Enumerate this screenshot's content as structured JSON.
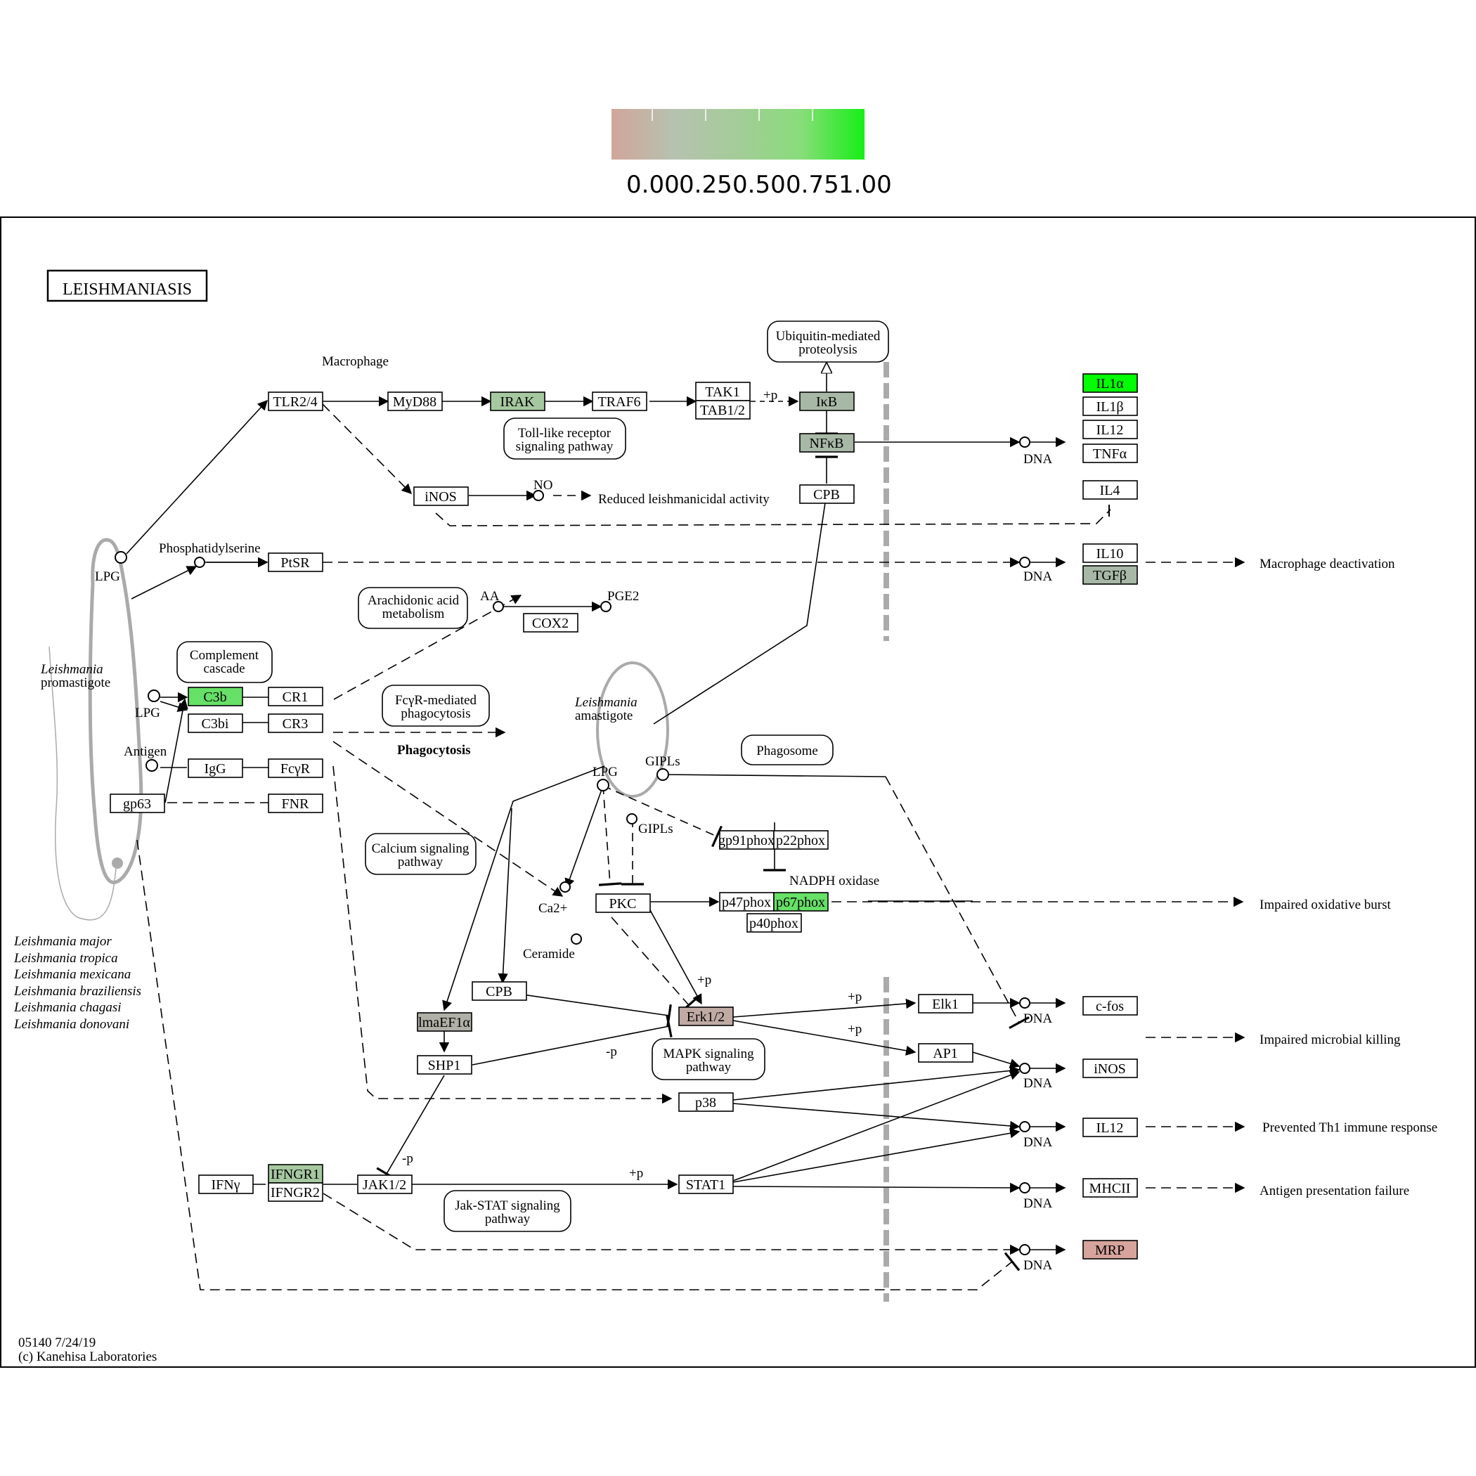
{
  "legend": {
    "ticks": [
      "0.00",
      "0.25",
      "0.50",
      "0.75",
      "1.00"
    ],
    "gradient_colors": [
      "#d2a59a",
      "#b6c2b0",
      "#a4cc98",
      "#88dd7a",
      "#16ef16"
    ]
  },
  "title": "LEISHMANIASIS",
  "colors": {
    "green_strong": "#00ff00",
    "green_mid": "#66e066",
    "green_light": "#a6c8a0",
    "gray_green": "#a8b8a6",
    "brown_gray": "#c0aaa4",
    "rose": "#d6a49c",
    "gray": "#b0b0a8",
    "white": "#ffffff"
  },
  "nodes": {
    "tlr24": "TLR2/4",
    "myd88": "MyD88",
    "irak": "IRAK",
    "traf6": "TRAF6",
    "tak1": "TAK1",
    "tab12": "TAB1/2",
    "ikb": "IκB",
    "nfkb": "NFκB",
    "cpb_top": "CPB",
    "inos_left": "iNOS",
    "ptsr": "PtSR",
    "cox2": "COX2",
    "c3b": "C3b",
    "c3bi": "C3bi",
    "cr1": "CR1",
    "cr3": "CR3",
    "igg": "IgG",
    "fcyr": "FcγR",
    "gp63": "gp63",
    "fnr": "FNR",
    "gp91phox": "gp91phox",
    "p22phox": "p22phox",
    "p47phox": "p47phox",
    "p67phox": "p67phox",
    "p40phox": "p40phox",
    "pkc": "PKC",
    "cpb_mid": "CPB",
    "lmaef1a": "lmaEF1α",
    "shp1": "SHP1",
    "erk12": "Erk1/2",
    "elk1": "Elk1",
    "ap1": "AP1",
    "p38": "p38",
    "stat1": "STAT1",
    "jak12": "JAK1/2",
    "ifny": "IFNγ",
    "ifngr1": "IFNGR1",
    "ifngr2": "IFNGR2",
    "il1a": "IL1α",
    "il1b": "IL1β",
    "il12_top": "IL12",
    "tnfa": "TNFα",
    "il4": "IL4",
    "il10": "IL10",
    "tgfb": "TGFβ",
    "cfos": "c-fos",
    "inos_right": "iNOS",
    "il12_right": "IL12",
    "mhcii": "MHCII",
    "mrp": "MRP"
  },
  "pathways": {
    "ubiquitin_1": "Ubiquitin-mediated",
    "ubiquitin_2": "proteolysis",
    "tlr_1": "Toll-like receptor",
    "tlr_2": "signaling pathway",
    "arach_1": "Arachidonic acid",
    "arach_2": "metabolism",
    "complement_1": "Complement",
    "complement_2": "cascade",
    "fcgr_1": "FcγR-mediated",
    "fcgr_2": "phagocytosis",
    "phagosome": "Phagosome",
    "calcium_1": "Calcium signaling",
    "calcium_2": "pathway",
    "mapk_1": "MAPK signaling",
    "mapk_2": "pathway",
    "jakstat_1": "Jak-STAT signaling",
    "jakstat_2": "pathway"
  },
  "labels": {
    "macrophage": "Macrophage",
    "no": "NO",
    "reduced": "Reduced leishmanicidal activity",
    "dna": "DNA",
    "phosphatidylserine": "Phosphatidylserine",
    "lpg": "LPG",
    "aa": "AA",
    "pge2": "PGE2",
    "mac_deact": "Macrophage deactivation",
    "leish_pro_1": "Leishmania",
    "leish_pro_2": "promastigote",
    "leish_ama_1": "Leishmania",
    "leish_ama_2": "amastigote",
    "antigen": "Antigen",
    "phagocytosis": "Phagocytosis",
    "gipls": "GIPLs",
    "nadph": "NADPH oxidase",
    "ca": "Ca2+",
    "ceramide": "Ceramide",
    "plus_p": "+p",
    "minus_p": "-p",
    "imp_ox": "Impaired oxidative burst",
    "imp_mic": "Impaired microbial killing",
    "prev_th1": "Prevented Th1 immune response",
    "antigen_fail": "Antigen presentation failure",
    "species": [
      "Leishmania  major",
      "Leishmania  tropica",
      "Leishmania  mexicana",
      "Leishmania  braziliensis",
      "Leishmania  chagasi",
      "Leishmania  donovani"
    ],
    "code": "05140 7/24/19",
    "copyright": "(c) Kanehisa Laboratories"
  }
}
